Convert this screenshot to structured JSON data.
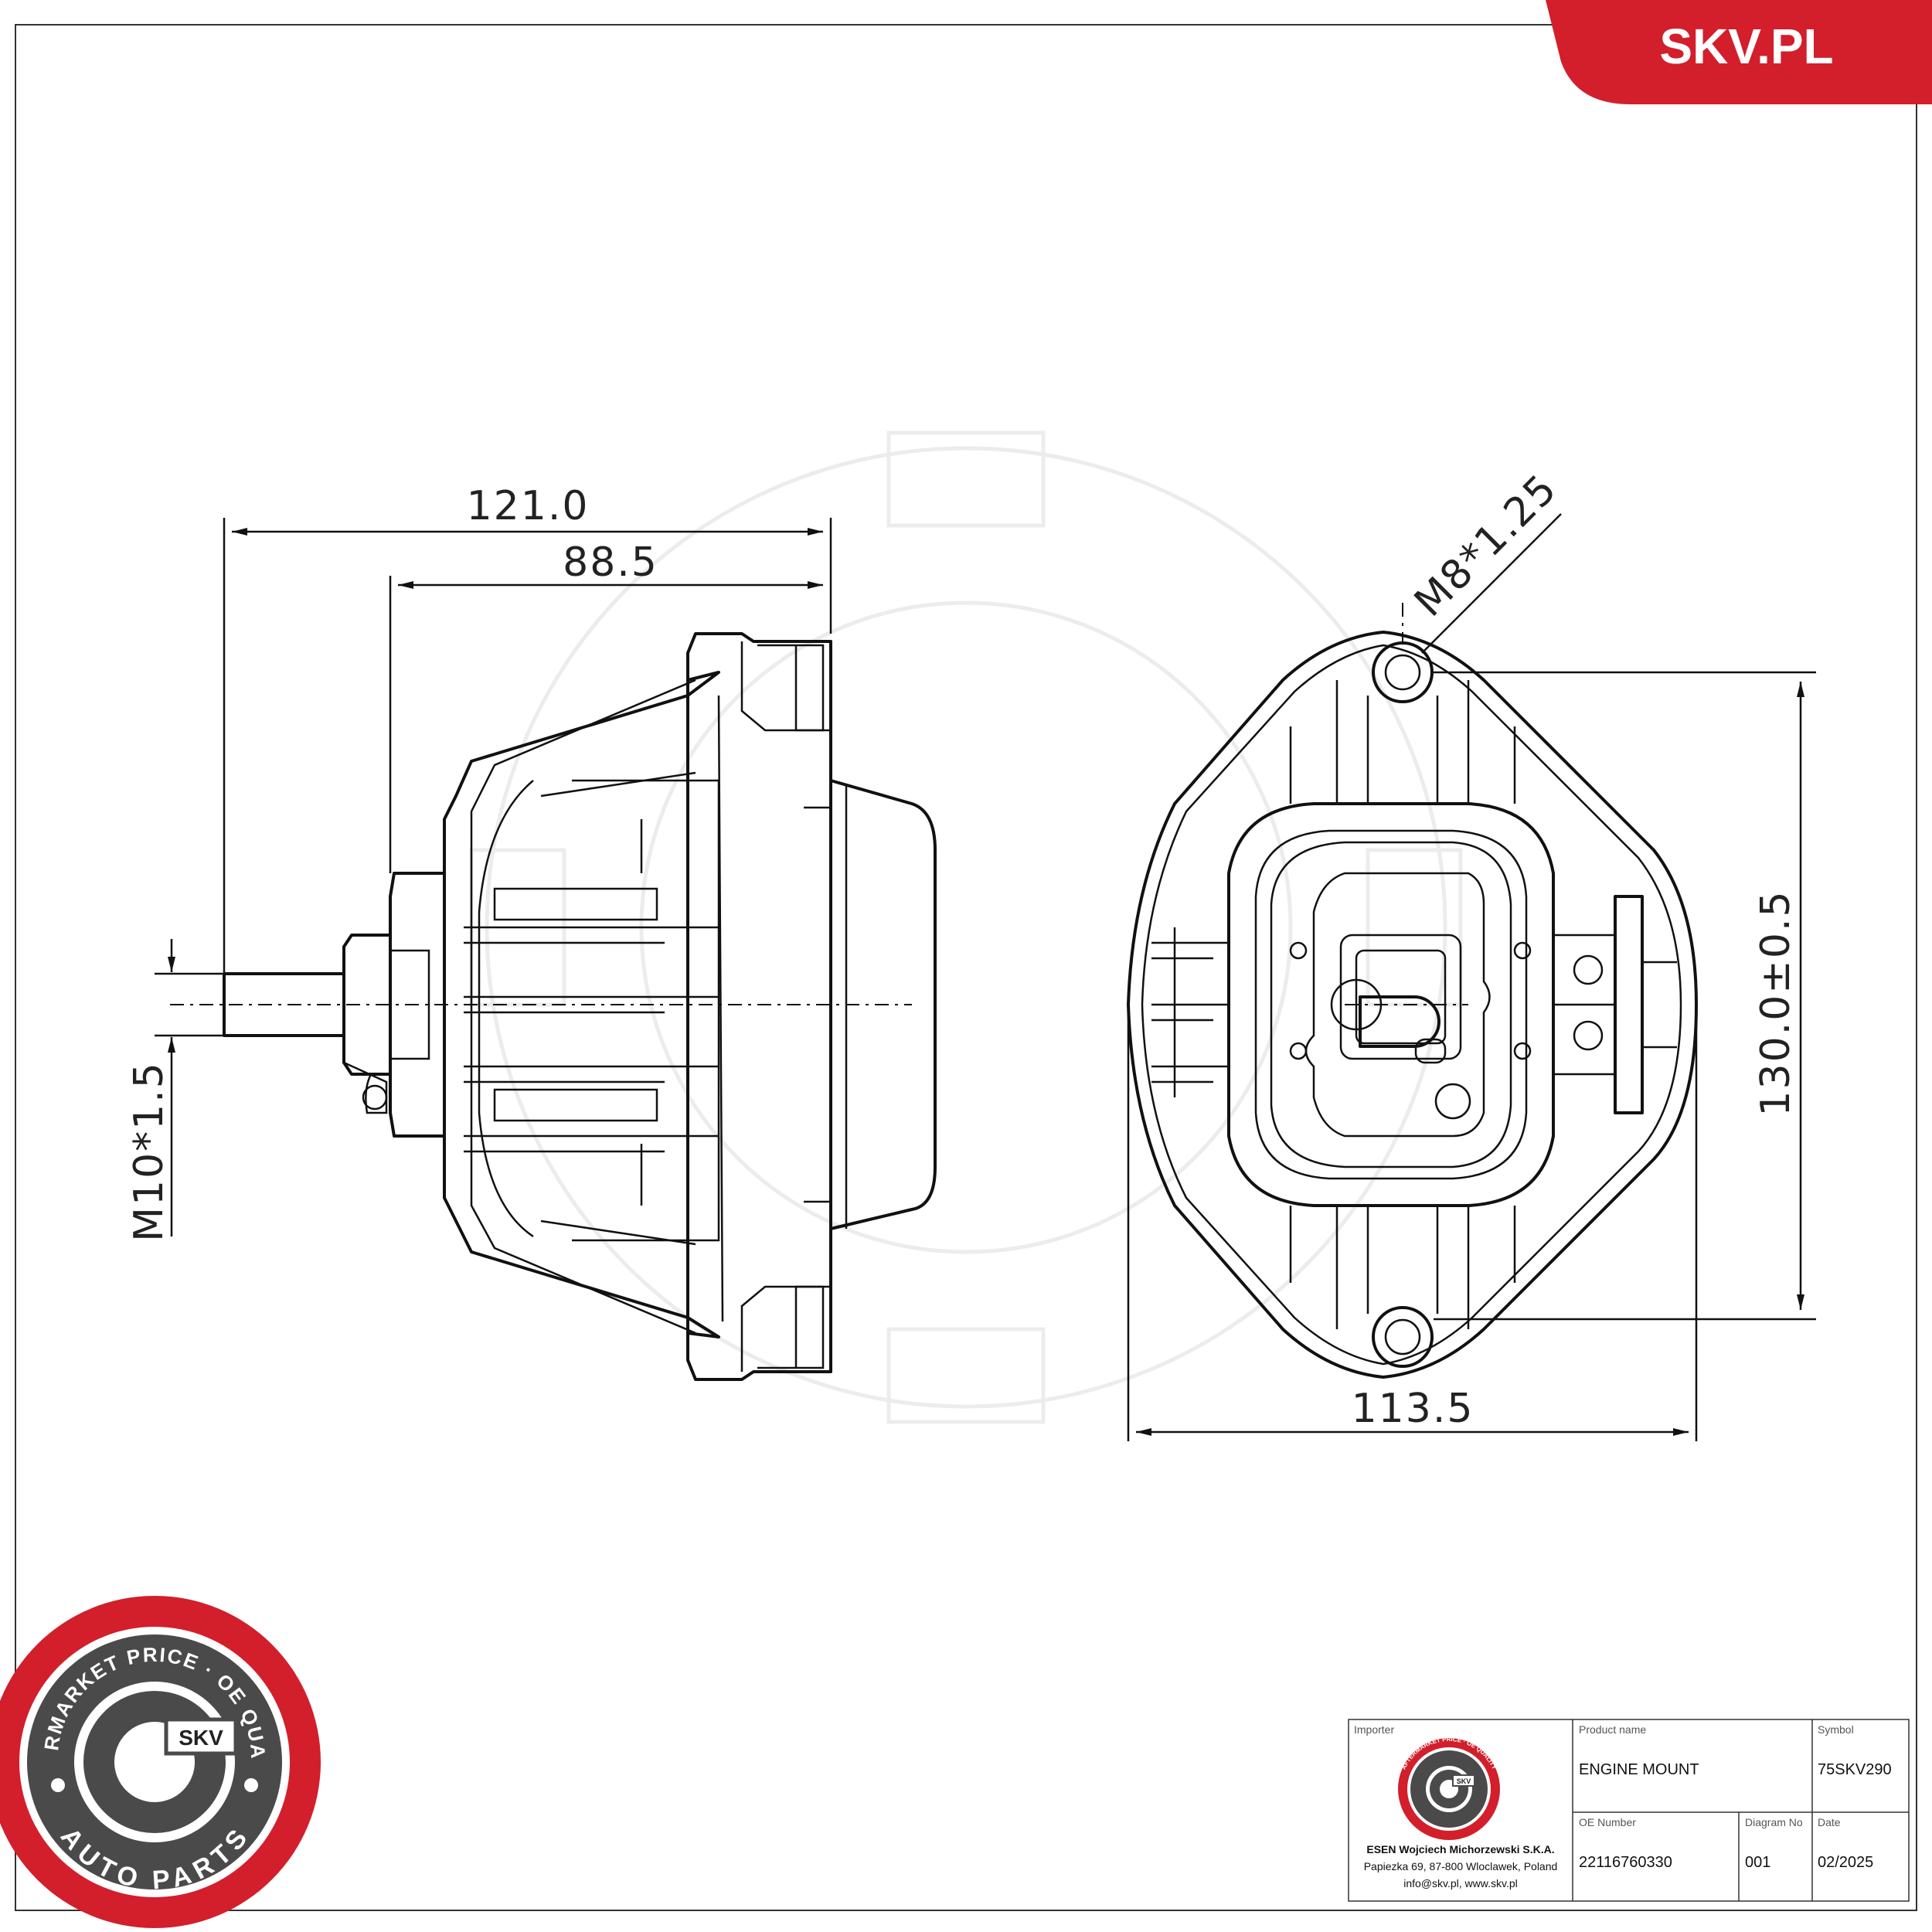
{
  "brand": {
    "site": "SKV.PL",
    "accent_color": "#d21f2b",
    "logo_ring_text_top": "AFTERMARKET PRICE · OE QUALITY",
    "logo_ring_text_bottom": "AUTO PARTS",
    "logo_center": "SKV"
  },
  "dimensions": {
    "overall_width": "121.0",
    "body_width": "88.5",
    "stud_thread": "M10*1.5",
    "hole_thread": "M8*1.25",
    "hole_spacing": "130.0±0.5",
    "base_width": "113.5"
  },
  "title_block": {
    "importer_label": "Importer",
    "importer_lines": [
      "ESEN Wojciech Michorzewski S.K.A.",
      "Papiezka 69, 87-800 Wloclawek, Poland",
      "info@skv.pl, www.skv.pl"
    ],
    "product_name_label": "Product name",
    "product_name": "ENGINE MOUNT",
    "symbol_label": "Symbol",
    "symbol": "75SKV290",
    "oe_number_label": "OE Number",
    "oe_number": "22116760330",
    "diagram_no_label": "Diagram No",
    "diagram_no": "001",
    "date_label": "Date",
    "date": "02/2025"
  }
}
